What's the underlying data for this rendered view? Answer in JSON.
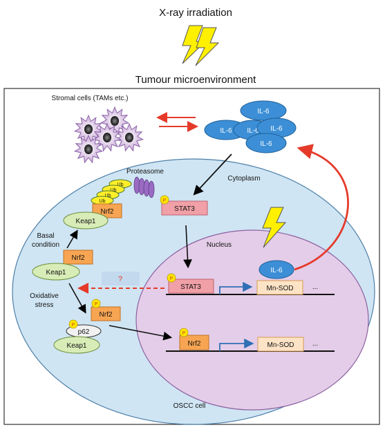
{
  "header": {
    "title": "X-ray irradiation",
    "subtitle": "Tumour microenvironment"
  },
  "stromal": {
    "label": "Stromal cells (TAMs etc.)"
  },
  "il6_cluster": [
    "IL-6",
    "IL-6",
    "IL-6",
    "IL-6",
    "IL-6"
  ],
  "cytoplasm": {
    "label": "Cytoplasm"
  },
  "proteasome": {
    "label": "Proteasome",
    "ub_tags": [
      "Ub",
      "Ub",
      "Ub",
      "Ub"
    ]
  },
  "keap1_complex": {
    "nrf2": "Nrf2",
    "keap1": "Keap1"
  },
  "basal": {
    "label_line1": "Basal",
    "label_line2": "condition"
  },
  "nrf2_keap1_basal": {
    "nrf2": "Nrf2",
    "keap1": "Keap1"
  },
  "oxidative": {
    "label_line1": "Oxidative",
    "label_line2": "stress"
  },
  "p_nrf2": {
    "phospho": "P",
    "label": "Nrf2"
  },
  "p62_complex": {
    "phospho": "P",
    "p62": "p62",
    "keap1": "Keap1"
  },
  "stat3_cyto": {
    "phospho": "P",
    "label": "STAT3"
  },
  "nucleus": {
    "label": "Nucleus"
  },
  "il6_nuclear": {
    "label": "IL-6"
  },
  "unknown": {
    "label": "?"
  },
  "stat3_nuc": {
    "phospho": "P",
    "label": "STAT3"
  },
  "gene1": {
    "label": "Mn-SOD",
    "ellipsis": "..."
  },
  "nrf2_nuc": {
    "phospho": "P",
    "label": "Nrf2"
  },
  "gene2": {
    "label": "Mn-SOD",
    "ellipsis": "..."
  },
  "cell": {
    "label": "OSCC cell"
  },
  "colors": {
    "cell_fill": "#cfe5f3",
    "nucleus_fill": "#e4cde8",
    "il6": "#3c8fd6",
    "stat3": "#f0a0a6",
    "nrf2": "#f7a552",
    "keap1": "#d8ecb8",
    "phospho": "#ffe600",
    "arrow_red": "#e53a2a",
    "arrow_blue": "#2f6fb5",
    "bolt": "#fff000"
  }
}
